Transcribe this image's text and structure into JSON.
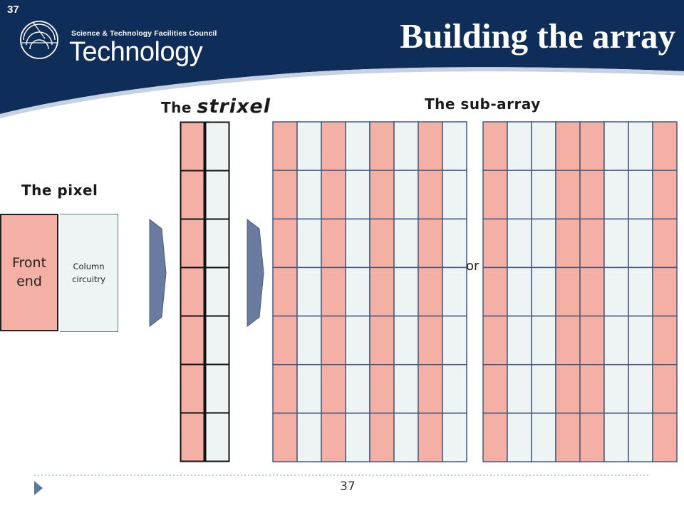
{
  "slide_number_top": "37",
  "header": {
    "org_name": "Science & Technology Facilities Council",
    "brand": "Technology",
    "title": "Building the array"
  },
  "strixel_heading": {
    "prefix": "The",
    "emphasis": "strixel"
  },
  "subarray_heading": "The sub-array",
  "pixel_heading": "The pixel",
  "pixel": {
    "front_end_lines": [
      "Front",
      "end"
    ],
    "column_lines": [
      "Column",
      "circuitry"
    ]
  },
  "or_label": "or",
  "footer_page_number": "37",
  "colors": {
    "header_navy": "#0e2d58",
    "front_end_fill": "#f4b0a5",
    "column_fill": "#eef3f3",
    "grid_line": "#445a80",
    "arrow_fill": "#6b7a9f",
    "footer_accent": "#5a7a9c"
  },
  "arrays": {
    "strixel": {
      "rows": 7,
      "columns": [
        "front-end",
        "column"
      ]
    },
    "subarray_left": {
      "rows": 7,
      "columns": [
        "front-end",
        "column",
        "front-end",
        "column",
        "front-end",
        "column",
        "front-end",
        "column"
      ]
    },
    "subarray_right": {
      "rows": 7,
      "columns": [
        "front-end",
        "column",
        "column",
        "front-end",
        "front-end",
        "column",
        "column",
        "front-end"
      ]
    }
  }
}
